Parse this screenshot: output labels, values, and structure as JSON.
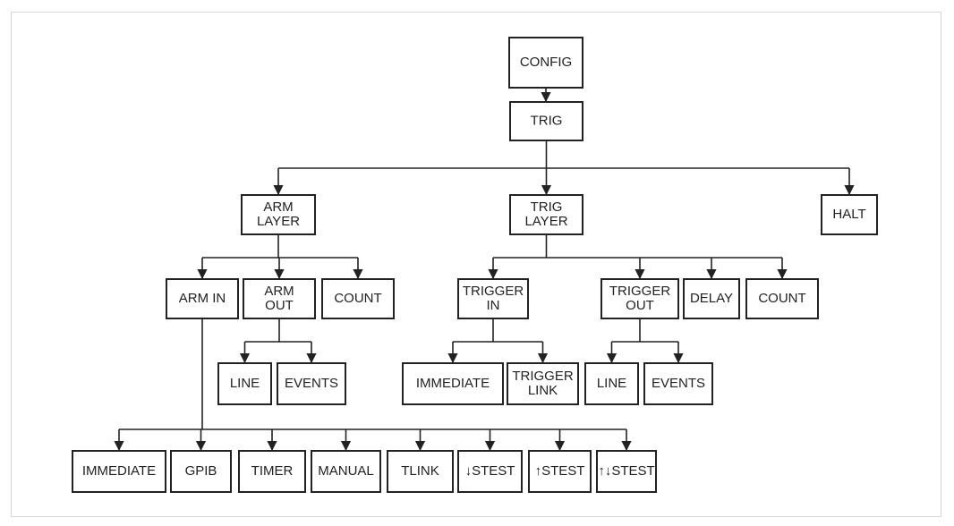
{
  "nodes": {
    "config": [
      "CONFIG"
    ],
    "trig": [
      "TRIG"
    ],
    "arm_layer": [
      "ARM",
      "LAYER"
    ],
    "trig_layer": [
      "TRIG",
      "LAYER"
    ],
    "halt": [
      "HALT"
    ],
    "arm_in": [
      "ARM  IN"
    ],
    "arm_out": [
      "ARM",
      "OUT"
    ],
    "arm_count": [
      "COUNT"
    ],
    "trigger_in": [
      "TRIGGER",
      "IN"
    ],
    "trigger_out": [
      "TRIGGER",
      "OUT"
    ],
    "delay": [
      "DELAY"
    ],
    "trig_count": [
      "COUNT"
    ],
    "arm_line": [
      "LINE"
    ],
    "arm_events": [
      "EVENTS"
    ],
    "trig_immediate": [
      "IMMEDIATE"
    ],
    "trigger_link": [
      "TRIGGER",
      "LINK"
    ],
    "trig_line": [
      "LINE"
    ],
    "trig_events": [
      "EVENTS"
    ],
    "immediate": [
      "IMMEDIATE"
    ],
    "gpib": [
      "GPIB"
    ],
    "timer": [
      "TIMER"
    ],
    "manual": [
      "MANUAL"
    ],
    "tlink": [
      "TLINK"
    ],
    "down_stest": [
      "↓STEST"
    ],
    "up_stest": [
      "↑STEST"
    ],
    "updown_stest": [
      "↑↓STEST"
    ]
  },
  "colors": {
    "line": "#222222",
    "frame": "#d6d6d6"
  }
}
